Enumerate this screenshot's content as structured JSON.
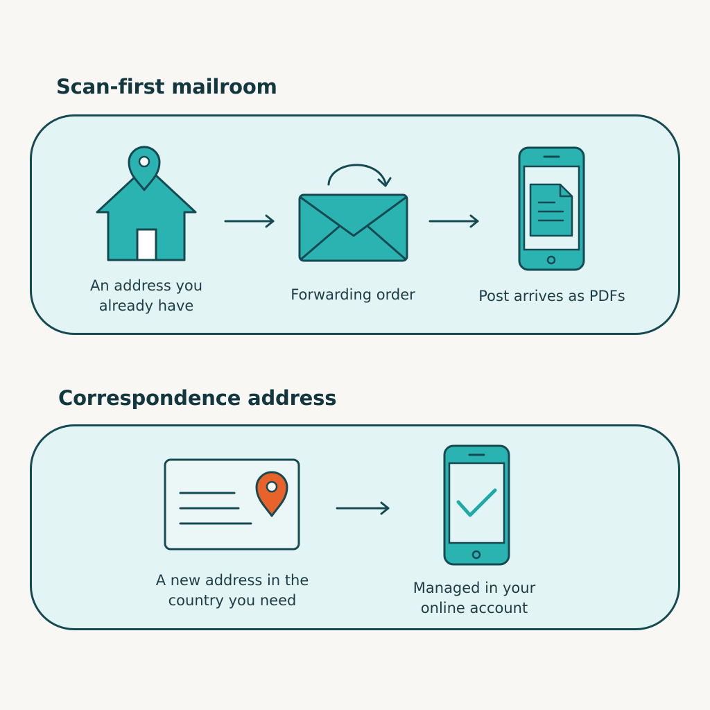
{
  "colors": {
    "background": "#f9f7f3",
    "panel_fill": "#e3f4f4",
    "outline": "#154a52",
    "teal": "#2ab3b1",
    "teal_dark": "#1f9a99",
    "accent_orange": "#e8632b",
    "text": "#1c3d45"
  },
  "sections": [
    {
      "title": "Scan-first mailroom",
      "steps": [
        {
          "icon": "house-with-location-pin-icon",
          "label_lines": [
            "An address you",
            "already have"
          ]
        },
        {
          "icon": "envelope-with-redirect-arrow-icon",
          "label_lines": [
            "Forwarding order"
          ]
        },
        {
          "icon": "phone-with-pdf-document-icon",
          "label_lines": [
            "Post arrives as PDFs"
          ]
        }
      ],
      "connectors": [
        "arrow-right-icon",
        "arrow-right-icon"
      ]
    },
    {
      "title": "Correspondence address",
      "steps": [
        {
          "icon": "address-card-with-location-pin-icon",
          "label_lines": [
            "A new address in the",
            "country you need"
          ]
        },
        {
          "icon": "phone-with-checkmark-icon",
          "label_lines": [
            "Managed in your",
            "online account"
          ]
        }
      ],
      "connectors": [
        "arrow-right-icon"
      ]
    }
  ]
}
